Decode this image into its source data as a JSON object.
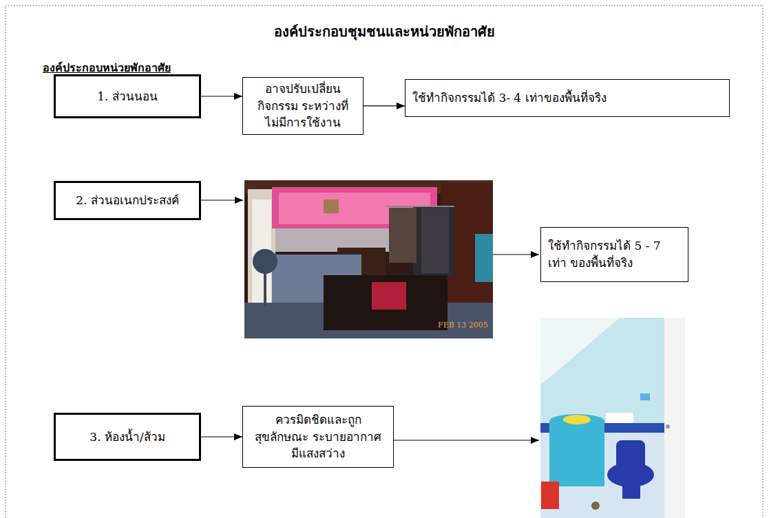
{
  "diagram": {
    "title": "องค์ประกอบชุมชนและหน่วยพักอาศัย",
    "nodes": [
      {
        "text": [
          "1. ส่วนนอน"
        ]
      },
      {
        "text": [
          "อาจปรับเปลี่ยนกิจกรรม ระหว่างที่ไม่มีการใช้งาน"
        ]
      },
      {
        "text": [
          "ใช้ทำกิจกรรมได้ 3- 4 เท่าของพื้นที่จริง"
        ]
      },
      {
        "text": [
          "2. ส่วนอเนกประสงค์"
        ]
      },
      {
        "text": [
          "ใช้ทำกิจกรรมได้ 5 - 7 เท่า ของพื้นที่จริง"
        ]
      },
      {
        "text": [
          "3. ห้องน้ำ/ส้วม"
        ]
      },
      {
        "text": [
          "ควรมิดชิดและถูกสุขลักษณะ ระบายอากาศ มีแสงสว่าง"
        ]
      }
    ],
    "edges": [
      {
        "from": 0,
        "to": 1,
        "arrow": "to"
      },
      {
        "from": 1,
        "to": 2,
        "arrow": "to"
      },
      {
        "from": 5,
        "to": 6,
        "arrow": "to"
      }
    ],
    "labels": [
      "องค์ประกอบหน่วยพักอาศัย",
      "FEB 13 2005"
    ]
  }
}
